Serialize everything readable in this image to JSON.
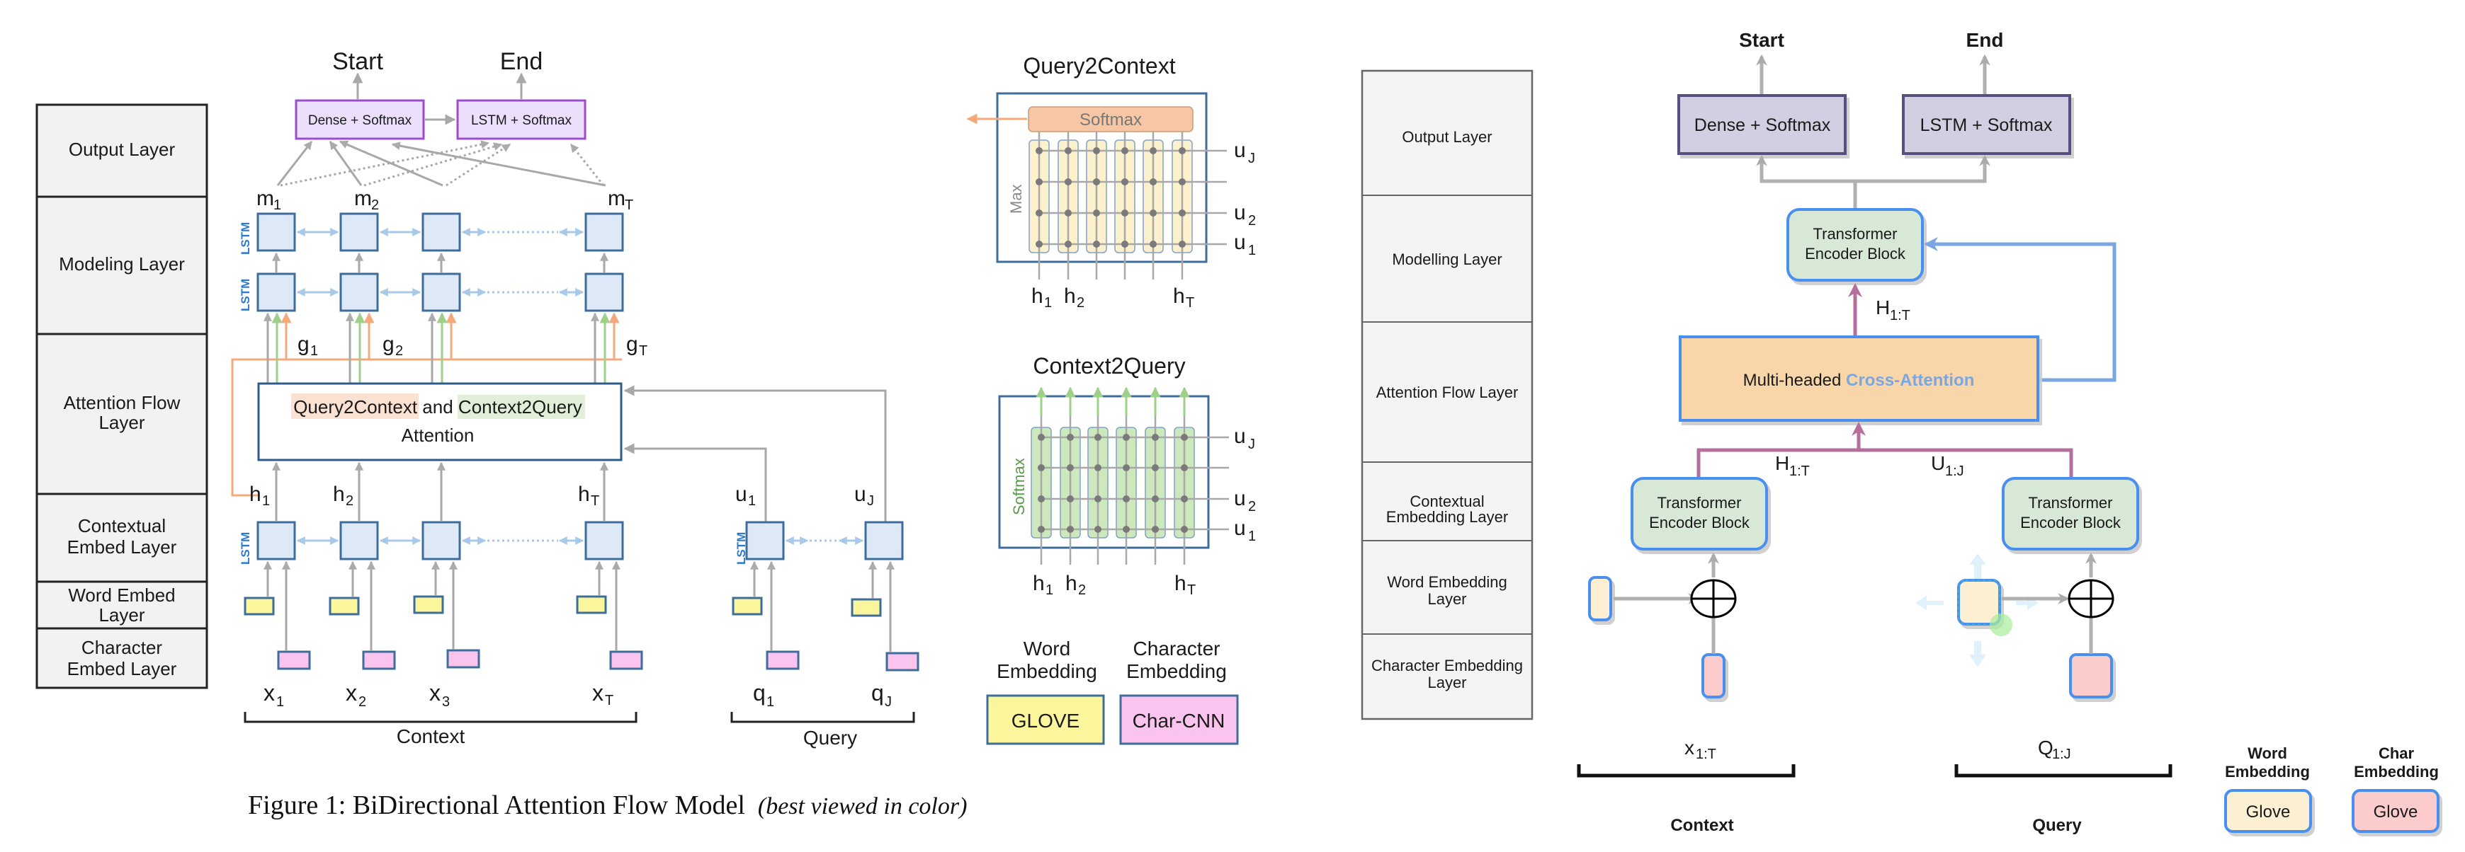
{
  "left": {
    "layers": [
      "Output Layer",
      "Modeling Layer",
      "Attention Flow Layer",
      "Contextual Embed Layer",
      "Word Embed Layer",
      "Character Embed Layer"
    ],
    "outputs": {
      "start": "Start",
      "end": "End"
    },
    "output_boxes": {
      "dense": "Dense + Softmax",
      "lstm": "LSTM + Softmax"
    },
    "m_labels": [
      "m",
      "m",
      "m"
    ],
    "m_subs": [
      "1",
      "2",
      "T"
    ],
    "g_labels": [
      "g",
      "g",
      "g"
    ],
    "g_subs": [
      "1",
      "2",
      "T"
    ],
    "h_labels": [
      "h",
      "h",
      "h"
    ],
    "h_subs": [
      "1",
      "2",
      "T"
    ],
    "u_labels": [
      "u",
      "u"
    ],
    "u_subs": [
      "1",
      "J"
    ],
    "lstm_tag": "LSTM",
    "attention": {
      "q2c": "Query2Context",
      "and": "and",
      "c2q": "Context2Query",
      "line2": "Attention"
    },
    "x_labels": [
      "x",
      "x",
      "x",
      "x"
    ],
    "x_subs": [
      "1",
      "2",
      "3",
      "T"
    ],
    "q_labels": [
      "q",
      "q"
    ],
    "q_subs": [
      "1",
      "J"
    ],
    "context_label": "Context",
    "query_label": "Query",
    "colors": {
      "lstm_fill": "#dde9f6",
      "lstm_stroke": "#3e6d9c",
      "word": "#fbf59b",
      "char": "#fbc4ee",
      "out_fill": "#ebdffb",
      "out_stroke": "#9b4dcb",
      "orange": "#f4a97a",
      "green": "#9fd08a"
    }
  },
  "middle": {
    "q2c": {
      "title": "Query2Context",
      "softmax": "Softmax",
      "max": "Max"
    },
    "c2q": {
      "title": "Context2Query",
      "softmax": "Softmax"
    },
    "u_labels": [
      "u",
      "u",
      "u"
    ],
    "u_subs": [
      "J",
      "2",
      "1"
    ],
    "h_labels": [
      "h",
      "h",
      "h"
    ],
    "h_subs": [
      "1",
      "2",
      "T"
    ],
    "legend": {
      "word_title_1": "Word",
      "word_title_2": "Embedding",
      "word_box": "GLOVE",
      "char_title_1": "Character",
      "char_title_2": "Embedding",
      "char_box": "Char-CNN"
    }
  },
  "caption": {
    "main": "Figure 1: BiDirectional Attention Flow Model",
    "note": "(best viewed in color)"
  },
  "right": {
    "layers": [
      "Output Layer",
      "Modelling Layer",
      "Attention Flow Layer",
      "Contextual Embedding Layer",
      "Word Embedding Layer",
      "Character Embedding Layer"
    ],
    "outputs": {
      "start": "Start",
      "end": "End"
    },
    "output_boxes": {
      "dense": "Dense + Softmax",
      "lstm": "LSTM + Softmax"
    },
    "encoder_line1": "Transformer",
    "encoder_line2": "Encoder Block",
    "h_label": "H",
    "h_sub": "1:T",
    "u_label": "U",
    "u_sub": "1:J",
    "attention": {
      "prefix": "Multi-headed",
      "highlight": "Cross-Attention"
    },
    "x_label": "x",
    "x_sub": "1:T",
    "q_label": "Q",
    "q_sub": "1:J",
    "context_label": "Context",
    "query_label": "Query",
    "legend": {
      "word_1": "Word",
      "word_2": "Embedding",
      "word_box": "Glove",
      "char_1": "Char",
      "char_2": "Embedding",
      "char_box": "Glove"
    },
    "colors": {
      "encoder_fill": "#d8e8d6",
      "node_stroke": "#4a8ff0",
      "attn_fill": "#f9d6a9",
      "out_fill": "#d0d0e2",
      "out_stroke": "#58507e",
      "purple_arrow": "#b46f9c",
      "blue_arrow": "#7aa7e2",
      "word": "#fdf0d2",
      "char": "#fccccc",
      "highlight_text": "#7aa7e2"
    }
  }
}
